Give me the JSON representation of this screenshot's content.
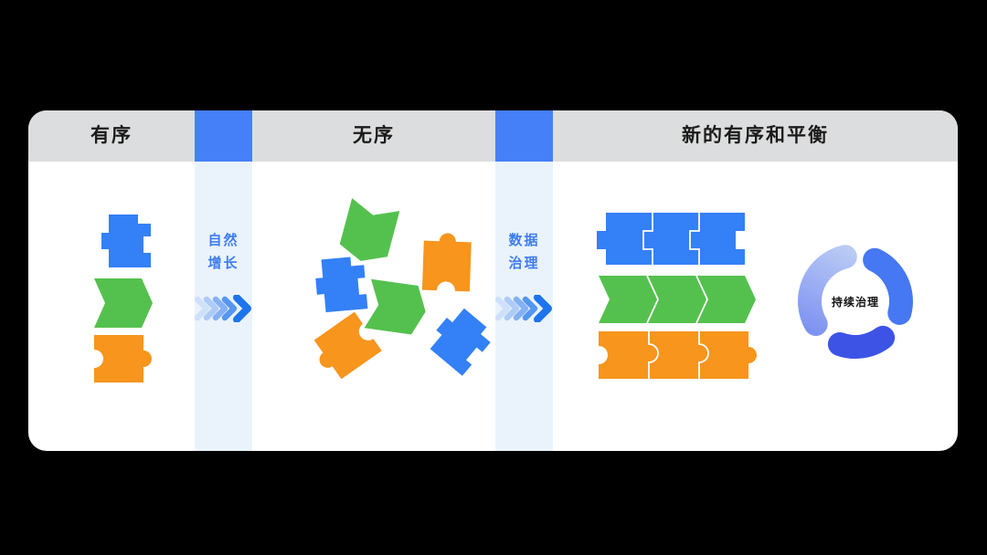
{
  "palette": {
    "background": "#000000",
    "card": "#FFFFFF",
    "header_gray": "#DCDDDE",
    "band_blue": "#4680F8",
    "band_light": "#EAF3FC",
    "band_text": "#3D7CF0",
    "puzzle_blue": "#3380F7",
    "puzzle_green": "#54C14E",
    "puzzle_orange": "#F7951D",
    "ring_light": "#B9CAF4",
    "ring_mid": "#7E92F2",
    "ring_bright": "#4678F3",
    "ring_royal": "#3D53E6",
    "text_dark": "#1B1B1B"
  },
  "header": {
    "stage1": "有序",
    "stage2": "无序",
    "stage3": "新的有序和平衡"
  },
  "transitions": [
    {
      "id": "natural-growth",
      "lines": [
        "自然",
        "增长"
      ]
    },
    {
      "id": "data-governance",
      "lines": [
        "数据",
        "治理"
      ]
    }
  ],
  "ring": {
    "label": "持续治理"
  },
  "chevron_colors": [
    "#CFE0F9",
    "#AECBF7",
    "#84B1F4",
    "#5596F1",
    "#1E74EC"
  ]
}
